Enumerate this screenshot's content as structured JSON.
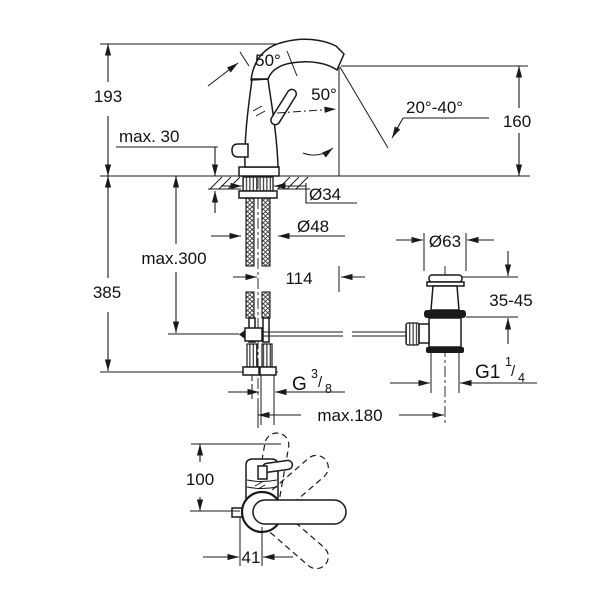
{
  "colors": {
    "line": "#1a1a1a",
    "background": "#ffffff"
  },
  "front_view": {
    "height_above_deck": "193",
    "max_deck_thickness": "max. 30",
    "height_below_deck": "385",
    "max_hose_length": "max.300",
    "handle_angle": "50°",
    "handle_tilt_angle": "50°",
    "stream_angle_range": "20°-40°",
    "outlet_height": "160",
    "shank_diameter": "Ø34",
    "base_diameter": "Ø48",
    "spout_reach": "114",
    "supply_thread": {
      "prefix": "G",
      "numerator": "3",
      "slash": "/",
      "denominator": "8"
    }
  },
  "waste_assembly": {
    "flange_diameter": "Ø63",
    "mounting_thickness_range": "35-45",
    "waste_thread": {
      "prefix": "G1",
      "numerator": "1",
      "slash": "/",
      "denominator": "4"
    },
    "max_center_distance": "max.180"
  },
  "top_view": {
    "body_depth": "100",
    "handle_offset": "41"
  }
}
